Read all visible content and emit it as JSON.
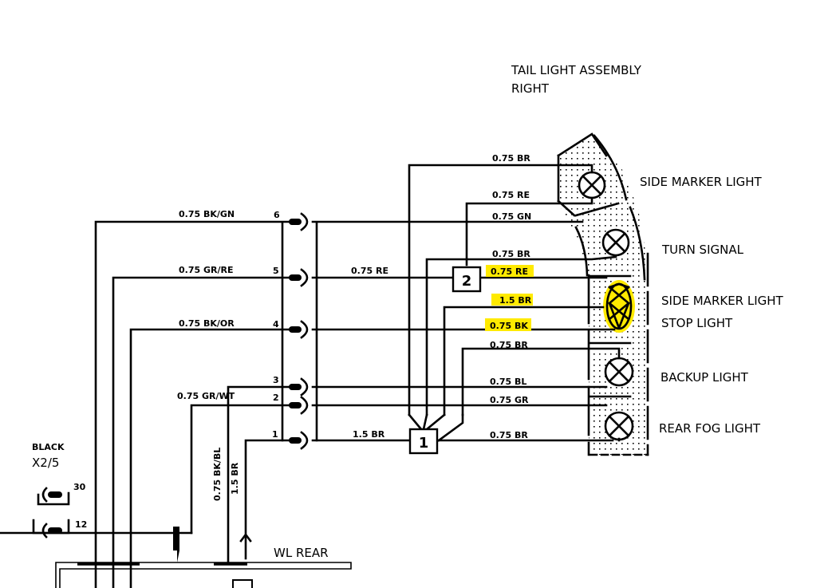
{
  "title": {
    "line1": "TAIL LIGHT ASSEMBLY",
    "line2": "RIGHT"
  },
  "lamps": [
    {
      "label": "SIDE MARKER LIGHT"
    },
    {
      "label": "TURN SIGNAL"
    },
    {
      "label": "SIDE MARKER LIGHT",
      "label2": "STOP LIGHT"
    },
    {
      "label": "BACKUP LIGHT"
    },
    {
      "label": "REAR FOG LIGHT"
    }
  ],
  "connector_pins": [
    "6",
    "5",
    "4",
    "3",
    "2",
    "1"
  ],
  "left_wires": {
    "pin6": "0.75 BK/GN",
    "pin5": "0.75 GR/RE",
    "pin4": "0.75 BK/OR",
    "pin2": "0.75 GR/WT"
  },
  "mid_wires": {
    "pin5_to_block2": "0.75 RE",
    "pin1_to_block1": "1.5 BR"
  },
  "right_wires": [
    {
      "label": "0.75 BR",
      "highlighted": false
    },
    {
      "label": "0.75 RE",
      "highlighted": false
    },
    {
      "label": "0.75 GN",
      "highlighted": false
    },
    {
      "label": "0.75 BR",
      "highlighted": false
    },
    {
      "label": "0.75 RE",
      "highlighted": true
    },
    {
      "label": "1.5 BR",
      "highlighted": true
    },
    {
      "label": "0.75 BK",
      "highlighted": true
    },
    {
      "label": "0.75 BR",
      "highlighted": false
    },
    {
      "label": "0.75 BL",
      "highlighted": false
    },
    {
      "label": "0.75 GR",
      "highlighted": false
    },
    {
      "label": "0.75 BR",
      "highlighted": false
    }
  ],
  "blocks": {
    "block1": "1",
    "block2": "2"
  },
  "vertical_wires": {
    "a": "0.75 BK/BL",
    "b": "1.5 BR"
  },
  "ground_connector": {
    "color": "BLACK",
    "id": "X2/5",
    "pin_top": "30",
    "pin_bottom": "12"
  },
  "ground_label": "WL REAR",
  "colors": {
    "highlight": "#ffea00",
    "ink": "#000000"
  }
}
